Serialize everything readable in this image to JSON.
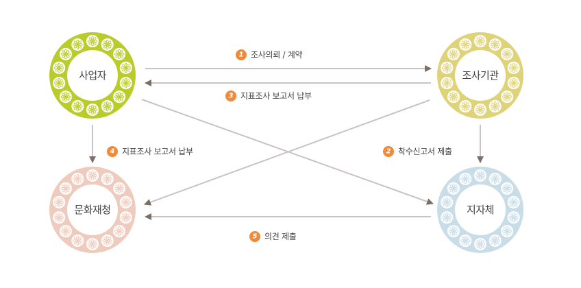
{
  "colors": {
    "arrow": "#c9c3c3",
    "arrowhead": "#7a6e66",
    "badge": "#ef8a3b",
    "node_fill": "#ffffff"
  },
  "nodes": [
    {
      "id": "business",
      "label": "사업자",
      "ring_color": "#b9cc2a"
    },
    {
      "id": "research",
      "label": "조사기관",
      "ring_color": "#dfd37a"
    },
    {
      "id": "heritage",
      "label": "문화재청",
      "ring_color": "#efcbbd"
    },
    {
      "id": "local",
      "label": "지자체",
      "ring_color": "#c9dde8"
    }
  ],
  "steps": [
    {
      "num": "1",
      "label": "조사의뢰 / 계약"
    },
    {
      "num": "2",
      "label": "착수신고서 제출"
    },
    {
      "num": "3",
      "label": "지표조사 보고서 납부"
    },
    {
      "num": "4",
      "label": "지표조사 보고서 납부"
    },
    {
      "num": "5",
      "label": "의견 제출"
    }
  ]
}
